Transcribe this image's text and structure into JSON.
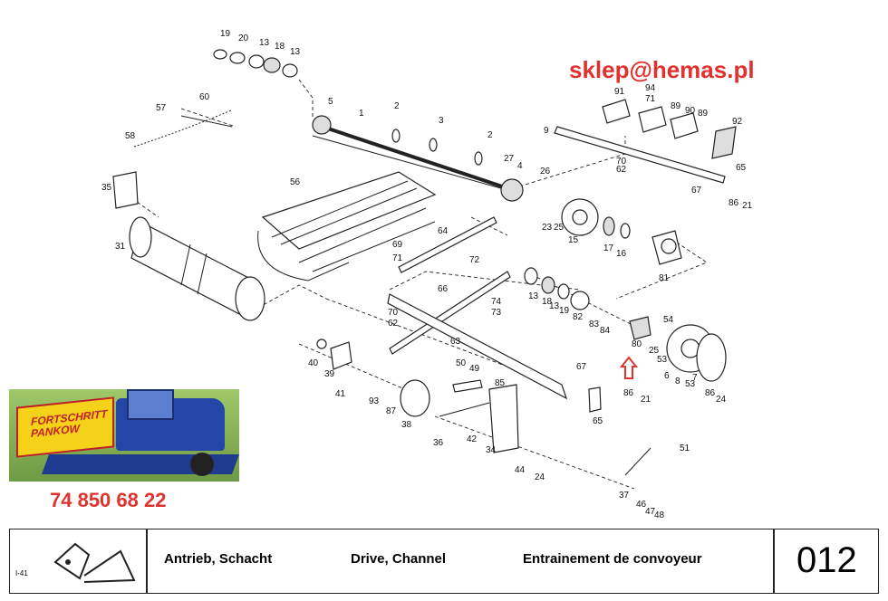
{
  "contact": {
    "email": "sklep@hemas.pl",
    "phone": "74 850 68 22"
  },
  "brand": {
    "logo_line1": "FORTSCHRITT",
    "logo_line2": "PANKOW"
  },
  "footer": {
    "code": "I-41",
    "title_de": "Antrieb, Schacht",
    "title_en": "Drive, Channel",
    "title_fr": "Entrainement de convoyeur",
    "page": "012"
  },
  "parts": [
    {
      "id": "p19a",
      "n": "19"
    },
    {
      "id": "p20",
      "n": "20"
    },
    {
      "id": "p13a",
      "n": "13"
    },
    {
      "id": "p18a",
      "n": "18"
    },
    {
      "id": "p13b",
      "n": "13"
    },
    {
      "id": "p5",
      "n": "5"
    },
    {
      "id": "p1",
      "n": "1"
    },
    {
      "id": "p2a",
      "n": "2"
    },
    {
      "id": "p3",
      "n": "3"
    },
    {
      "id": "p2b",
      "n": "2"
    },
    {
      "id": "p27",
      "n": "27"
    },
    {
      "id": "p4",
      "n": "4"
    },
    {
      "id": "p26",
      "n": "26"
    },
    {
      "id": "p57",
      "n": "57"
    },
    {
      "id": "p60",
      "n": "60"
    },
    {
      "id": "p58",
      "n": "58"
    },
    {
      "id": "p35",
      "n": "35"
    },
    {
      "id": "p56",
      "n": "56"
    },
    {
      "id": "p31",
      "n": "31"
    },
    {
      "id": "p64",
      "n": "64"
    },
    {
      "id": "p69",
      "n": "69"
    },
    {
      "id": "p71a",
      "n": "71"
    },
    {
      "id": "p72",
      "n": "72"
    },
    {
      "id": "p74",
      "n": "74"
    },
    {
      "id": "p73",
      "n": "73"
    },
    {
      "id": "p66",
      "n": "66"
    },
    {
      "id": "p70a",
      "n": "70"
    },
    {
      "id": "p62a",
      "n": "62"
    },
    {
      "id": "p63",
      "n": "63"
    },
    {
      "id": "p91",
      "n": "91"
    },
    {
      "id": "p94",
      "n": "94"
    },
    {
      "id": "p71b",
      "n": "71"
    },
    {
      "id": "p89a",
      "n": "89"
    },
    {
      "id": "p90",
      "n": "90"
    },
    {
      "id": "p89b",
      "n": "89"
    },
    {
      "id": "p92",
      "n": "92"
    },
    {
      "id": "p9",
      "n": "9"
    },
    {
      "id": "p70b",
      "n": "70"
    },
    {
      "id": "p62b",
      "n": "62"
    },
    {
      "id": "p65a",
      "n": "65"
    },
    {
      "id": "p67a",
      "n": "67"
    },
    {
      "id": "p86a",
      "n": "86"
    },
    {
      "id": "p21a",
      "n": "21"
    },
    {
      "id": "p23",
      "n": "23"
    },
    {
      "id": "p25a",
      "n": "25"
    },
    {
      "id": "p15",
      "n": "15"
    },
    {
      "id": "p17",
      "n": "17"
    },
    {
      "id": "p16",
      "n": "16"
    },
    {
      "id": "p81",
      "n": "81"
    },
    {
      "id": "p13c",
      "n": "13"
    },
    {
      "id": "p18b",
      "n": "18"
    },
    {
      "id": "p13d",
      "n": "13"
    },
    {
      "id": "p19b",
      "n": "19"
    },
    {
      "id": "p82",
      "n": "82"
    },
    {
      "id": "p83",
      "n": "83"
    },
    {
      "id": "p84",
      "n": "84"
    },
    {
      "id": "p54",
      "n": "54"
    },
    {
      "id": "p25b",
      "n": "25"
    },
    {
      "id": "p80",
      "n": "80"
    },
    {
      "id": "p53a",
      "n": "53"
    },
    {
      "id": "p6",
      "n": "6"
    },
    {
      "id": "p8",
      "n": "8"
    },
    {
      "id": "p53b",
      "n": "53"
    },
    {
      "id": "p7",
      "n": "7"
    },
    {
      "id": "p86b",
      "n": "86"
    },
    {
      "id": "p24a",
      "n": "24"
    },
    {
      "id": "p67b",
      "n": "67"
    },
    {
      "id": "p86c",
      "n": "86"
    },
    {
      "id": "p21b",
      "n": "21"
    },
    {
      "id": "p65b",
      "n": "65"
    },
    {
      "id": "p40",
      "n": "40"
    },
    {
      "id": "p39",
      "n": "39"
    },
    {
      "id": "p41",
      "n": "41"
    },
    {
      "id": "p93",
      "n": "93"
    },
    {
      "id": "p87",
      "n": "87"
    },
    {
      "id": "p38",
      "n": "38"
    },
    {
      "id": "p50",
      "n": "50"
    },
    {
      "id": "p49",
      "n": "49"
    },
    {
      "id": "p85",
      "n": "85"
    },
    {
      "id": "p36",
      "n": "36"
    },
    {
      "id": "p42",
      "n": "42"
    },
    {
      "id": "p34",
      "n": "34"
    },
    {
      "id": "p44",
      "n": "44"
    },
    {
      "id": "p24b",
      "n": "24"
    },
    {
      "id": "p51",
      "n": "51"
    },
    {
      "id": "p37",
      "n": "37"
    },
    {
      "id": "p46",
      "n": "46"
    },
    {
      "id": "p47",
      "n": "47"
    },
    {
      "id": "p48",
      "n": "48"
    }
  ]
}
